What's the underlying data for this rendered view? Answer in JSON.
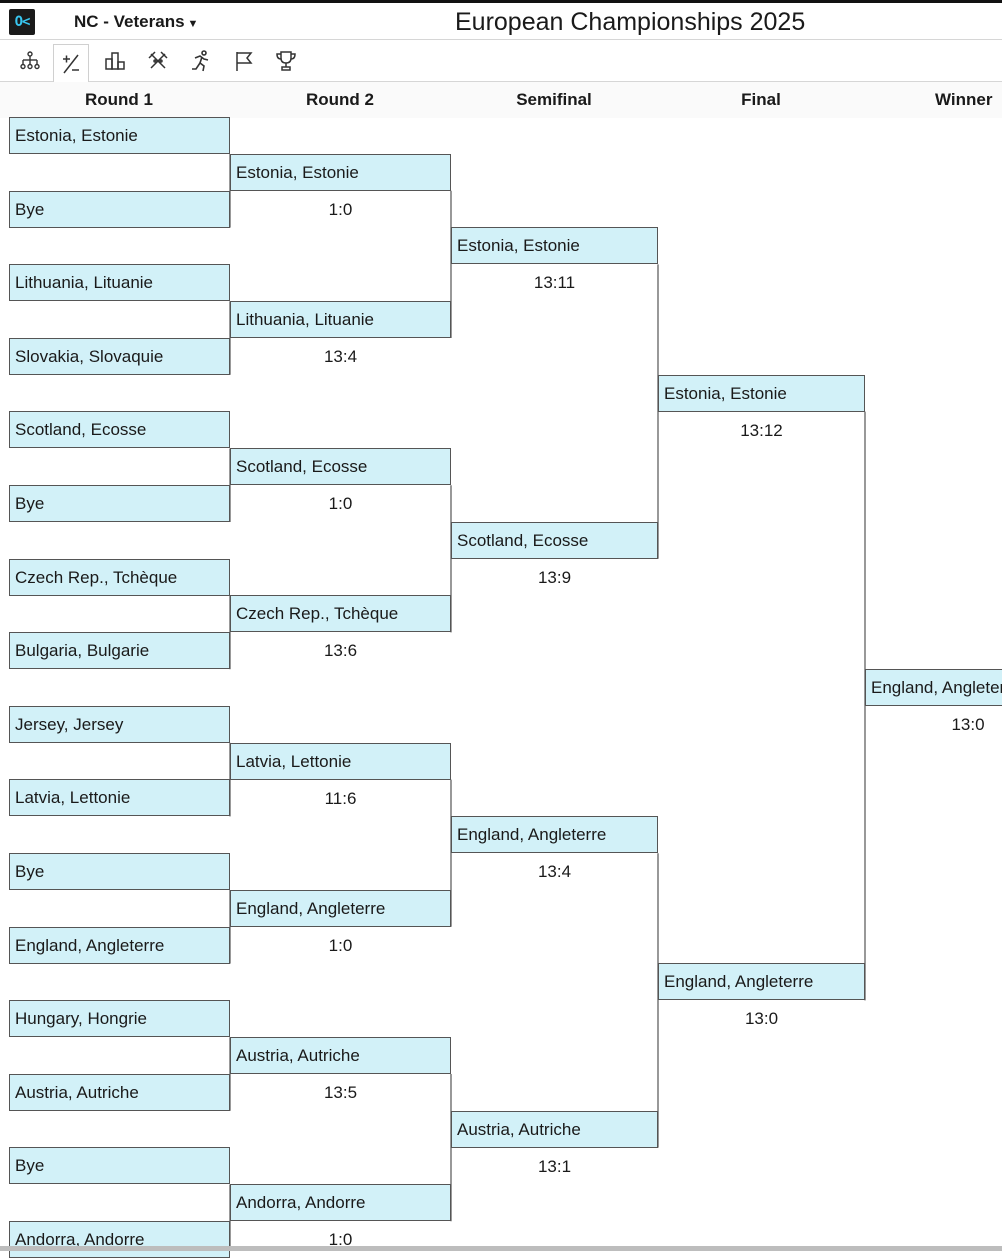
{
  "app": {
    "logo_text": "O<",
    "category": "NC - Veterans",
    "title": "European Championships 2025"
  },
  "toolbar": [
    {
      "icon": "bracket-tree-icon",
      "active": false
    },
    {
      "icon": "plus-minus-icon",
      "active": true
    },
    {
      "icon": "podium-icon",
      "active": false
    },
    {
      "icon": "crossed-swords-icon",
      "active": false
    },
    {
      "icon": "runner-icon",
      "active": false
    },
    {
      "icon": "flag-icon",
      "active": false
    },
    {
      "icon": "trophy-icon",
      "active": false
    }
  ],
  "round_headers": [
    "Round 1",
    "Round 2",
    "Semifinal",
    "Final",
    "Winner"
  ],
  "rounds": [
    {
      "name": "Round 1",
      "entries": [
        "Estonia, Estonie",
        "Bye",
        "Lithuania, Lituanie",
        "Slovakia, Slovaquie",
        "Scotland, Ecosse",
        "Bye",
        "Czech Rep., Tchèque",
        "Bulgaria, Bulgarie",
        "Jersey, Jersey",
        "Latvia, Lettonie",
        "Bye",
        "England, Angleterre",
        "Hungary, Hongrie",
        "Austria, Autriche",
        "Bye",
        "Andorra, Andorre"
      ]
    },
    {
      "name": "Round 2",
      "entries": [
        {
          "team": "Estonia, Estonie",
          "score": "1:0"
        },
        {
          "team": "Lithuania, Lituanie",
          "score": "13:4"
        },
        {
          "team": "Scotland, Ecosse",
          "score": "1:0"
        },
        {
          "team": "Czech Rep., Tchèque",
          "score": "13:6"
        },
        {
          "team": "Latvia, Lettonie",
          "score": "11:6"
        },
        {
          "team": "England, Angleterre",
          "score": "1:0"
        },
        {
          "team": "Austria, Autriche",
          "score": "13:5"
        },
        {
          "team": "Andorra, Andorre",
          "score": "1:0"
        }
      ]
    },
    {
      "name": "Semifinal",
      "entries": [
        {
          "team": "Estonia, Estonie",
          "score": "13:11"
        },
        {
          "team": "Scotland, Ecosse",
          "score": "13:9"
        },
        {
          "team": "England, Angleterre",
          "score": "13:4"
        },
        {
          "team": "Austria, Autriche",
          "score": "13:1"
        }
      ]
    },
    {
      "name": "Final",
      "entries": [
        {
          "team": "Estonia, Estonie",
          "score": "13:12"
        },
        {
          "team": "England, Angleterre",
          "score": "13:0"
        }
      ]
    },
    {
      "name": "Winner",
      "entries": [
        {
          "team": "England, Angleterre",
          "score": "13:0"
        }
      ]
    }
  ],
  "colors": {
    "box_fill": "#d2f1f8",
    "box_border": "#555555",
    "logo_accent": "#38c6f0"
  }
}
